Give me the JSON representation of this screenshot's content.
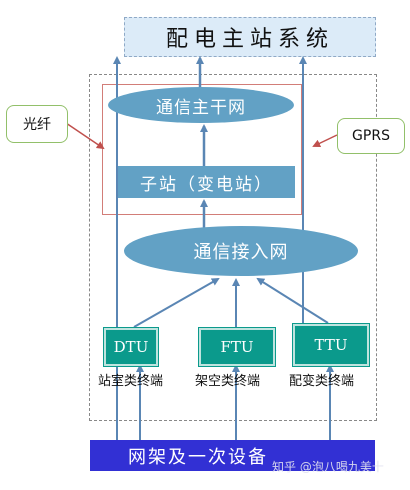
{
  "title": "配电主站系统",
  "backbone": "通信主干网",
  "substation": "子站（变电站）",
  "access_network": "通信接入网",
  "callouts": {
    "fiber": "光纤",
    "gprs": "GPRS"
  },
  "terminals": [
    {
      "code": "DTU",
      "label": "站室类终端"
    },
    {
      "code": "FTU",
      "label": "架空类终端"
    },
    {
      "code": "TTU",
      "label": "配变类终端"
    }
  ],
  "grid": "网架及一次设备",
  "watermark": "知乎 @泡八喝九美十",
  "colors": {
    "ellipse": "#62a1c5",
    "terminal": "#0b9a8c",
    "grid_bar": "#3230d4",
    "master_bg": "#dcebf8",
    "arrow": "#5a86b4",
    "inner_border": "#d27d78",
    "callout_border": "#92c06a"
  }
}
